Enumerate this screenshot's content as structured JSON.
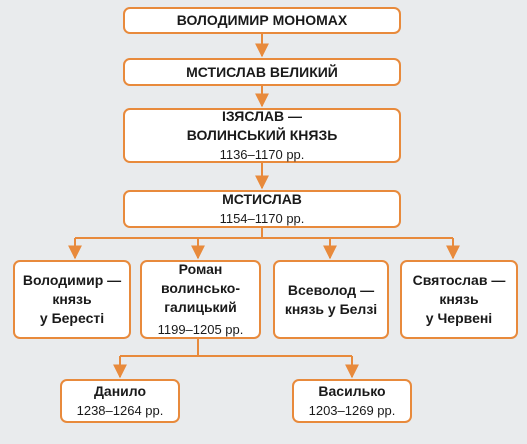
{
  "colors": {
    "box_border": "#e88a3c",
    "connector": "#e88a3c",
    "box_fill": "#ffffff",
    "background": "#e9ebed"
  },
  "nodes": {
    "monomakh": {
      "title": [
        "ВОЛОДИМИР МОНОМАХ"
      ],
      "dates": ""
    },
    "mstyslav_velykyi": {
      "title": [
        "МСТИСЛАВ ВЕЛИКИЙ"
      ],
      "dates": ""
    },
    "iziaslav": {
      "title": [
        "ІЗЯСЛАВ —",
        "ВОЛИНСЬКИЙ КНЯЗЬ"
      ],
      "dates": "1136–1170 рр."
    },
    "mstyslav": {
      "title": [
        "МСТИСЛАВ"
      ],
      "dates": "1154–1170 рр."
    },
    "volodymyr": {
      "title": [
        "Володимир —",
        "князь",
        "у Бересті"
      ],
      "dates": ""
    },
    "roman": {
      "title": [
        "Роман",
        "волинсько-",
        "галицький"
      ],
      "dates": "1199–1205 рр."
    },
    "vsevolod": {
      "title": [
        "Всеволод —",
        "князь у Белзі"
      ],
      "dates": ""
    },
    "sviatoslav": {
      "title": [
        "Святослав —",
        "князь",
        "у Червені"
      ],
      "dates": ""
    },
    "danylo": {
      "title": [
        "Данило"
      ],
      "dates": "1238–1264 рр."
    },
    "vasylko": {
      "title": [
        "Василько"
      ],
      "dates": "1203–1269 рр."
    }
  }
}
